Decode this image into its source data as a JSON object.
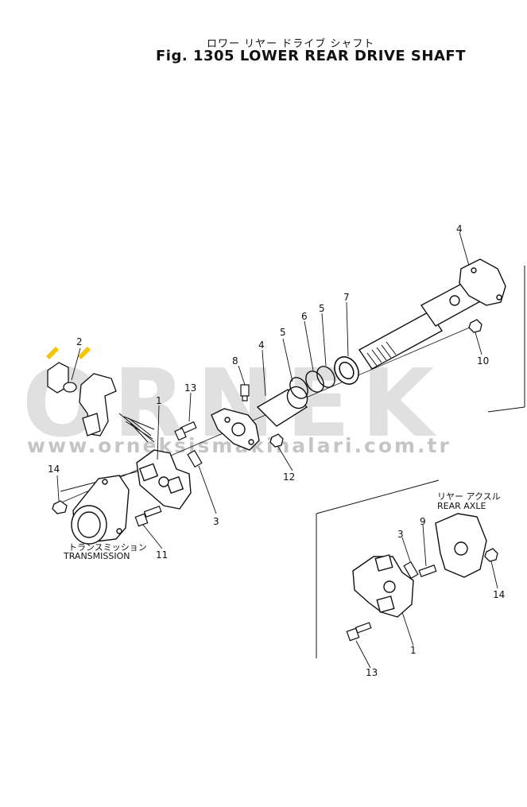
{
  "title": {
    "japanese": "ロワー リヤー ドライブ シャフト",
    "english": "Fig. 1305 LOWER REAR DRIVE SHAFT"
  },
  "watermark": {
    "brand": "ORNEK",
    "url": "www.orneksismakinalari.com.tr"
  },
  "captions": {
    "transmission_jp": "トランスミッション",
    "transmission_en": "TRANSMISSION",
    "rear_axle_jp": "リヤー アクスル",
    "rear_axle_en": "REAR AXLE"
  },
  "part_labels": {
    "p1_lower": "1",
    "p1_upper": "1",
    "p2": "2",
    "p3_upper": "3",
    "p3_lower": "3",
    "p4_left": "4",
    "p4_right": "4",
    "p5_left": "5",
    "p5_right": "5",
    "p6": "6",
    "p7": "7",
    "p8": "8",
    "p9": "9",
    "p10": "10",
    "p11": "11",
    "p12": "12",
    "p13_upper": "13",
    "p13_lower": "13",
    "p14_left": "14",
    "p14_right": "14"
  },
  "colors": {
    "ink": "#111111",
    "watermark": "#a0a0a0",
    "accent": "#f5c400"
  }
}
